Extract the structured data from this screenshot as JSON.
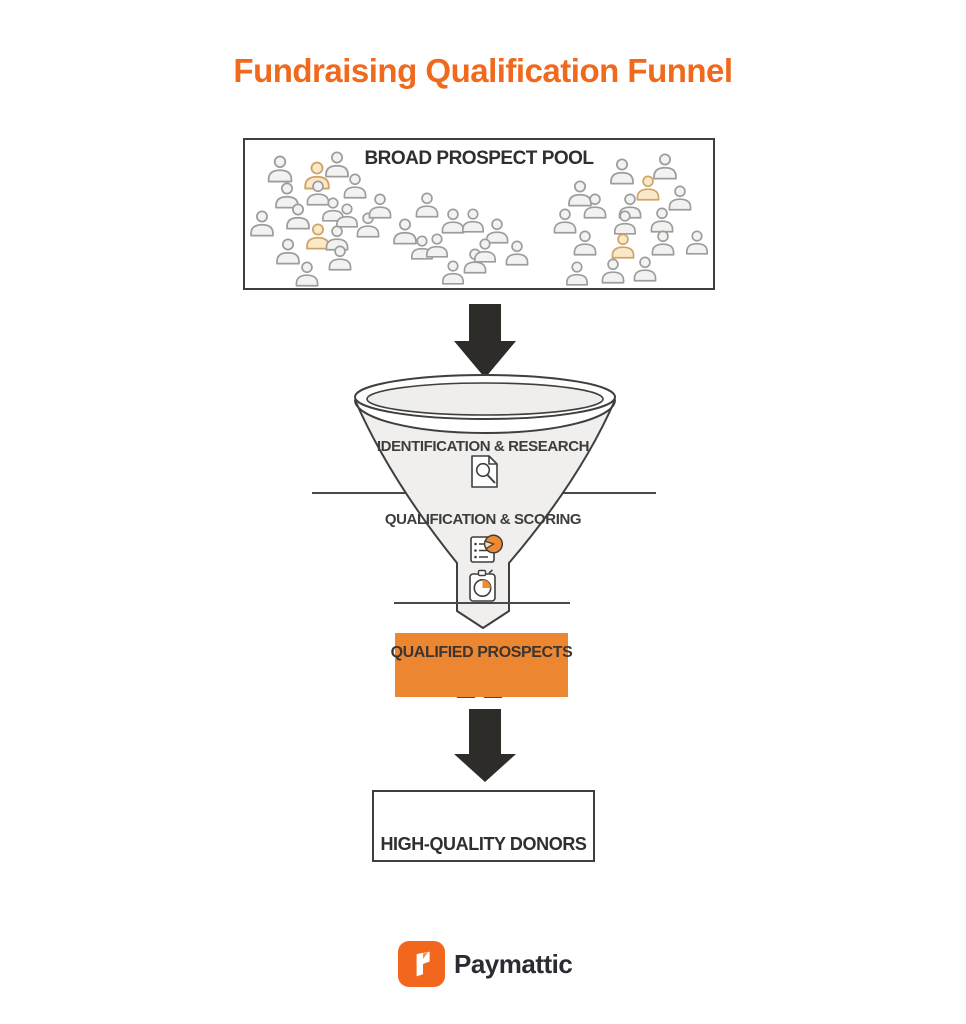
{
  "title": "Fundraising Qualification Funnel",
  "colors": {
    "title_orange": "#f06a1e",
    "box_orange": "#ed8630",
    "accent_orange": "#ef8a2e",
    "star_orange": "#ef9c3c",
    "ink": "#2f2f2f",
    "outline": "#3f3f3f",
    "arrow": "#2d2c29",
    "funnel_fill": "#f0efed"
  },
  "pool": {
    "label": "BROAD PROSPECT POOL",
    "people": [
      [
        280,
        155,
        29,
        0
      ],
      [
        317,
        161,
        30,
        1
      ],
      [
        337,
        151,
        28,
        0
      ],
      [
        355,
        173,
        27,
        0
      ],
      [
        287,
        182,
        28,
        0
      ],
      [
        318,
        180,
        27,
        0
      ],
      [
        262,
        210,
        28,
        0
      ],
      [
        298,
        203,
        28,
        0
      ],
      [
        333,
        197,
        26,
        0
      ],
      [
        347,
        203,
        26,
        0
      ],
      [
        368,
        212,
        27,
        0
      ],
      [
        380,
        193,
        27,
        0
      ],
      [
        318,
        223,
        28,
        1
      ],
      [
        337,
        225,
        27,
        0
      ],
      [
        288,
        238,
        28,
        0
      ],
      [
        340,
        245,
        27,
        0
      ],
      [
        307,
        261,
        27,
        0
      ],
      [
        405,
        218,
        28,
        0
      ],
      [
        427,
        192,
        27,
        0
      ],
      [
        422,
        235,
        26,
        0
      ],
      [
        453,
        208,
        27,
        0
      ],
      [
        473,
        208,
        26,
        0
      ],
      [
        497,
        218,
        27,
        0
      ],
      [
        437,
        233,
        26,
        0
      ],
      [
        453,
        260,
        26,
        0
      ],
      [
        475,
        248,
        27,
        0
      ],
      [
        517,
        240,
        27,
        0
      ],
      [
        485,
        238,
        26,
        0
      ],
      [
        580,
        180,
        28,
        0
      ],
      [
        595,
        193,
        27,
        0
      ],
      [
        565,
        208,
        27,
        0
      ],
      [
        585,
        230,
        27,
        0
      ],
      [
        622,
        158,
        28,
        0
      ],
      [
        630,
        193,
        27,
        0
      ],
      [
        648,
        175,
        27,
        1
      ],
      [
        665,
        153,
        28,
        0
      ],
      [
        680,
        185,
        27,
        0
      ],
      [
        625,
        210,
        26,
        0
      ],
      [
        662,
        207,
        27,
        0
      ],
      [
        623,
        233,
        27,
        1
      ],
      [
        663,
        230,
        27,
        0
      ],
      [
        697,
        230,
        26,
        0
      ],
      [
        577,
        261,
        26,
        0
      ],
      [
        613,
        258,
        27,
        0
      ],
      [
        645,
        256,
        27,
        0
      ]
    ]
  },
  "funnel": {
    "stages": [
      {
        "label": "IDENTIFICATION & RESEARCH",
        "icon": "document-search-icon"
      },
      {
        "label": "QUALIFICATION & SCORING",
        "icons": [
          "checklist-pie-chart-icon",
          "stopwatch-icon"
        ]
      }
    ]
  },
  "qualified": {
    "label": "QUALIFIED PROSPECTS",
    "people": [
      [
        477,
        653,
        24
      ],
      [
        464,
        665,
        22
      ],
      [
        486,
        665,
        22
      ],
      [
        500,
        661,
        22
      ],
      [
        451,
        673,
        22
      ],
      [
        466,
        677,
        22
      ],
      [
        480,
        676,
        22
      ],
      [
        493,
        677,
        22
      ],
      [
        508,
        675,
        21
      ]
    ]
  },
  "donors": {
    "label": "HIGH-QUALITY DONORS",
    "icon": "star-icon"
  },
  "brand": {
    "name": "Paymattic"
  }
}
